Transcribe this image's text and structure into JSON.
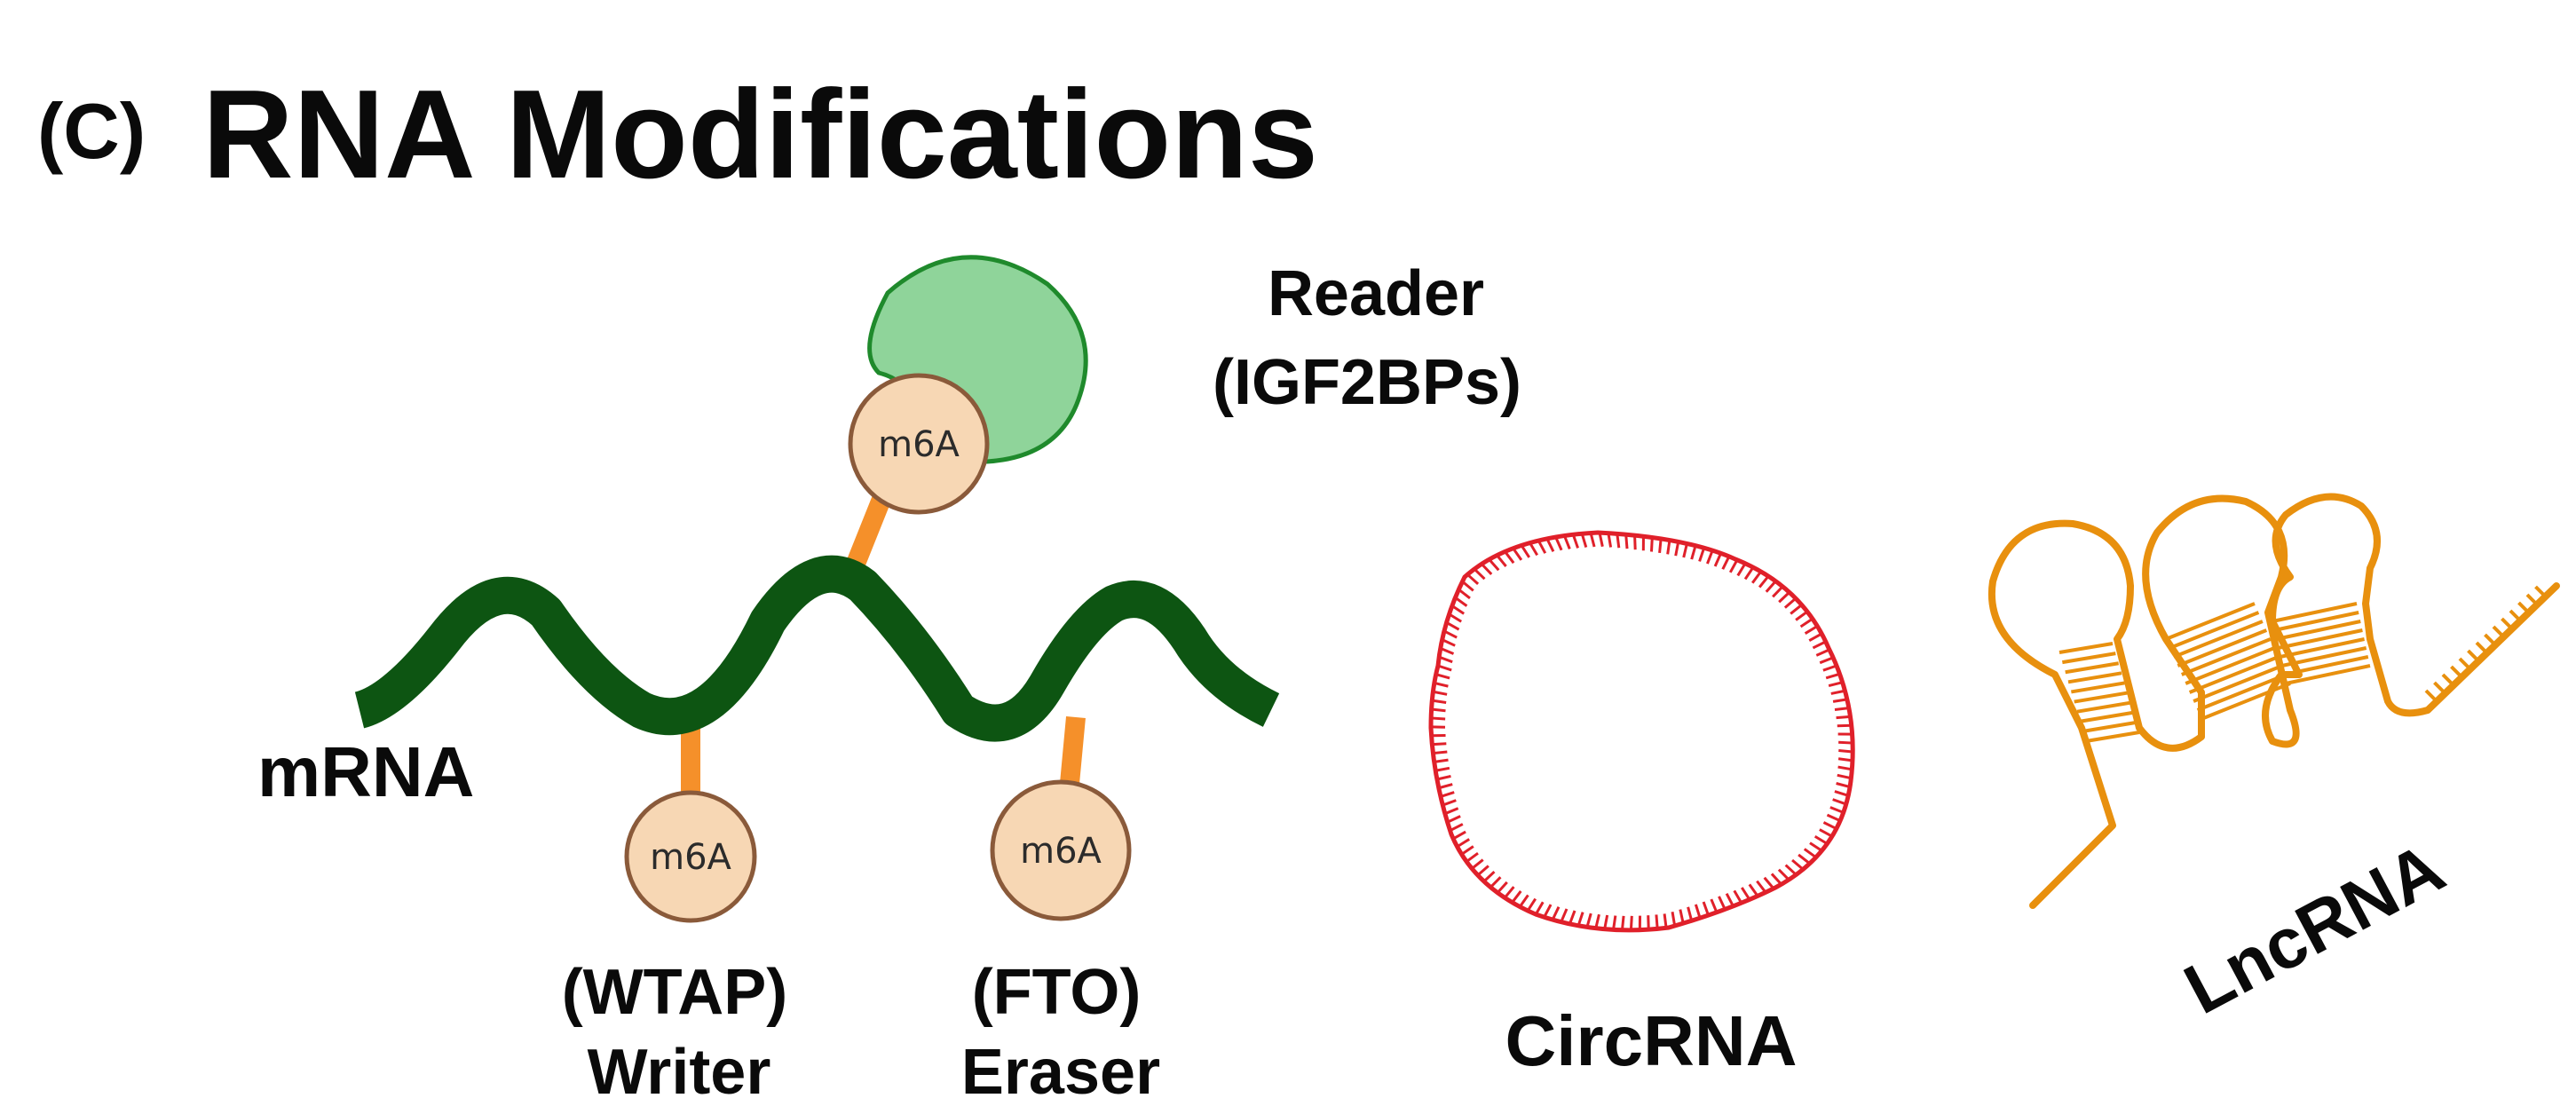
{
  "figure": {
    "panel_letter": "(C)",
    "title": "RNA Modifications"
  },
  "mrna": {
    "label": "mRNA",
    "modification_label": "m6A",
    "reader": {
      "role": "Reader",
      "protein": "(IGF2BPs)"
    },
    "writer": {
      "role": "Writer",
      "protein": "(WTAP)"
    },
    "eraser": {
      "role": "Eraser",
      "protein": "(FTO)"
    }
  },
  "circrna": {
    "label": "CircRNA"
  },
  "lncrna": {
    "label": "LncRNA"
  },
  "colors": {
    "mrna_strand": "#0d5512",
    "linker": "#f5902a",
    "m6a_fill": "#f7d7b4",
    "m6a_stroke": "#8a5a3a",
    "reader_fill": "#8fd49a",
    "reader_stroke": "#1f8a2c",
    "circrna": "#e0202a",
    "lncrna": "#e8900e"
  }
}
